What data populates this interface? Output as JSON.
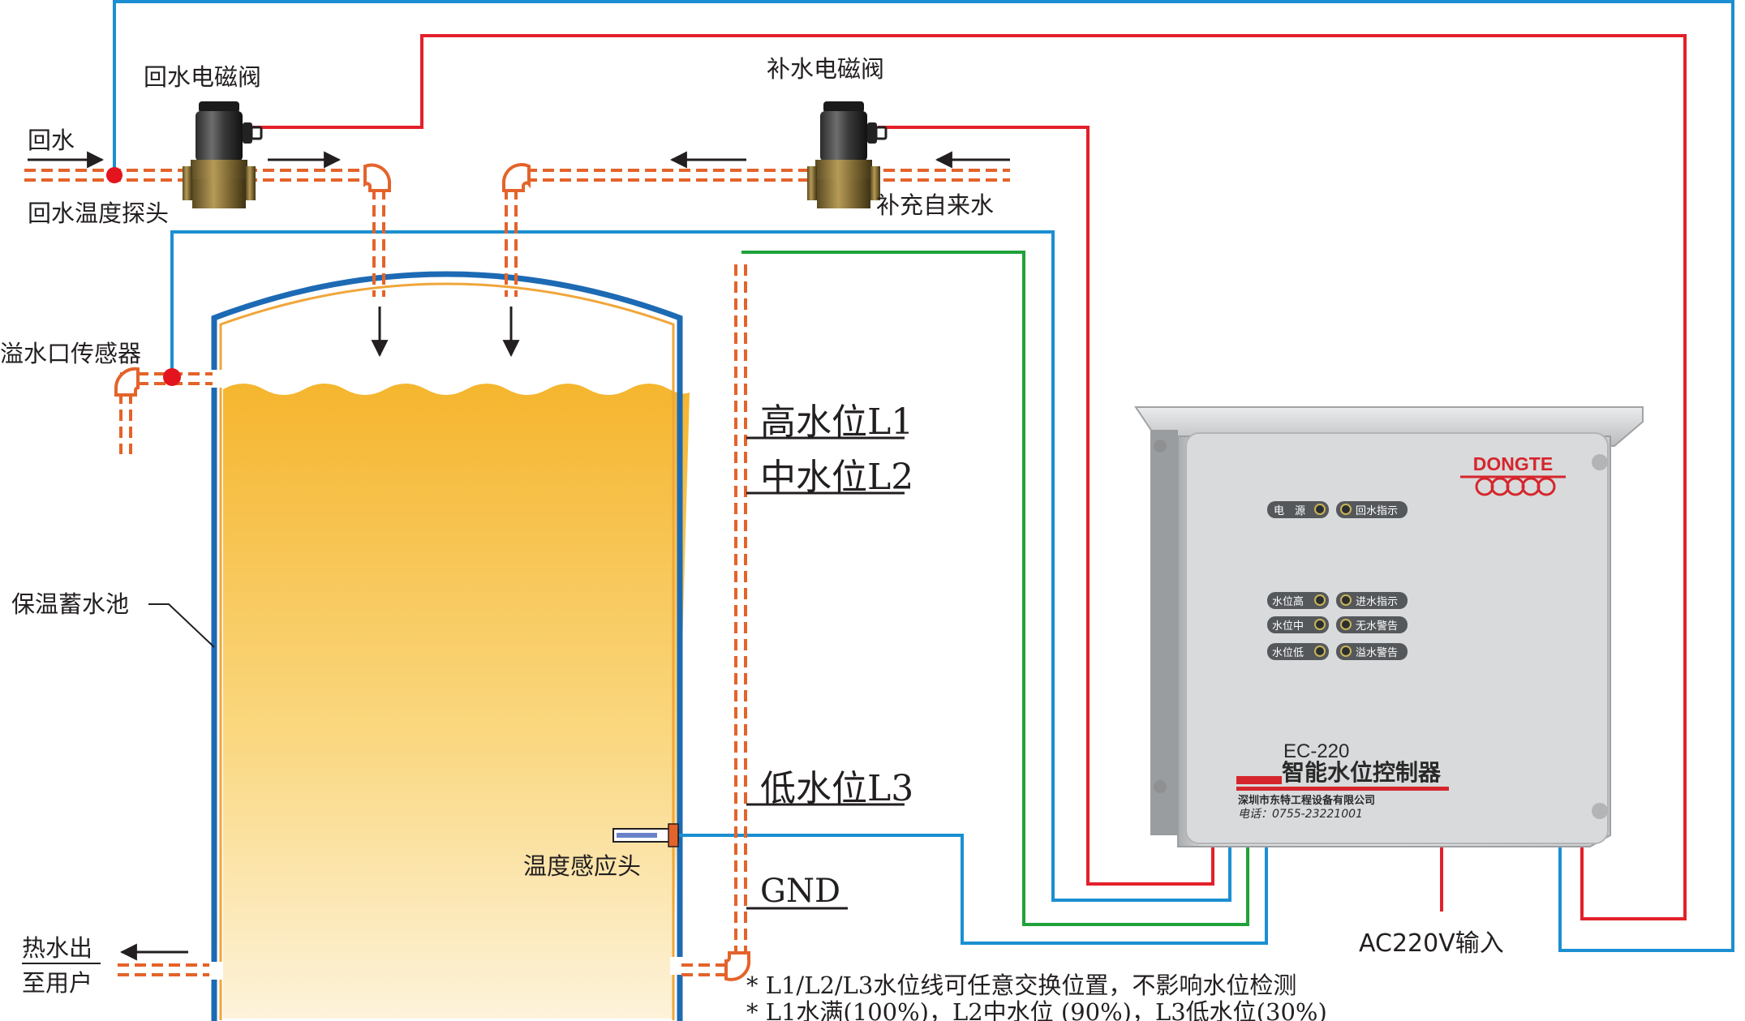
{
  "labels": {
    "return_water": "回水",
    "return_valve": "回水电磁阀",
    "supply_valve": "补水电磁阀",
    "return_temp_probe": "回水温度探头",
    "tap_water": "补充自来水",
    "overflow_sensor": "溢水口传感器",
    "tank": "保温蓄水池",
    "hot_water_out_1": "热水出",
    "hot_water_out_2": "至用户",
    "temp_sensor": "温度感应头",
    "ac_input": "AC220V输入"
  },
  "levels": {
    "high": "高水位L1",
    "mid": "中水位L2",
    "low": "低水位L3",
    "gnd": "GND"
  },
  "notes": [
    "* L1/L2/L3水位线可任意交换位置，不影响水位检测",
    "* L1水满(100%)，L2中水位 (90%)，L3低水位(30%)"
  ],
  "controller": {
    "brand": "DONGTE",
    "model": "EC-220",
    "name": "智能水位控制器",
    "company": "深圳市东特工程设备有限公司",
    "phone": "电话：0755-23221001",
    "indicators_top": [
      "电　源",
      "回水指示"
    ],
    "indicators_left": [
      "水位高",
      "水位中",
      "水位低"
    ],
    "indicators_right": [
      "进水指示",
      "无水警告",
      "溢水警告"
    ]
  },
  "colors": {
    "pipe": "#e4632a",
    "wire_red": "#e3202a",
    "wire_blue": "#1b8fd1",
    "wire_green": "#20a23a",
    "tank_wall": "#1d6ab4",
    "water_top": "#f5b52e",
    "water_bottom": "#fdf1d5",
    "probe_dot": "#e3141e"
  }
}
